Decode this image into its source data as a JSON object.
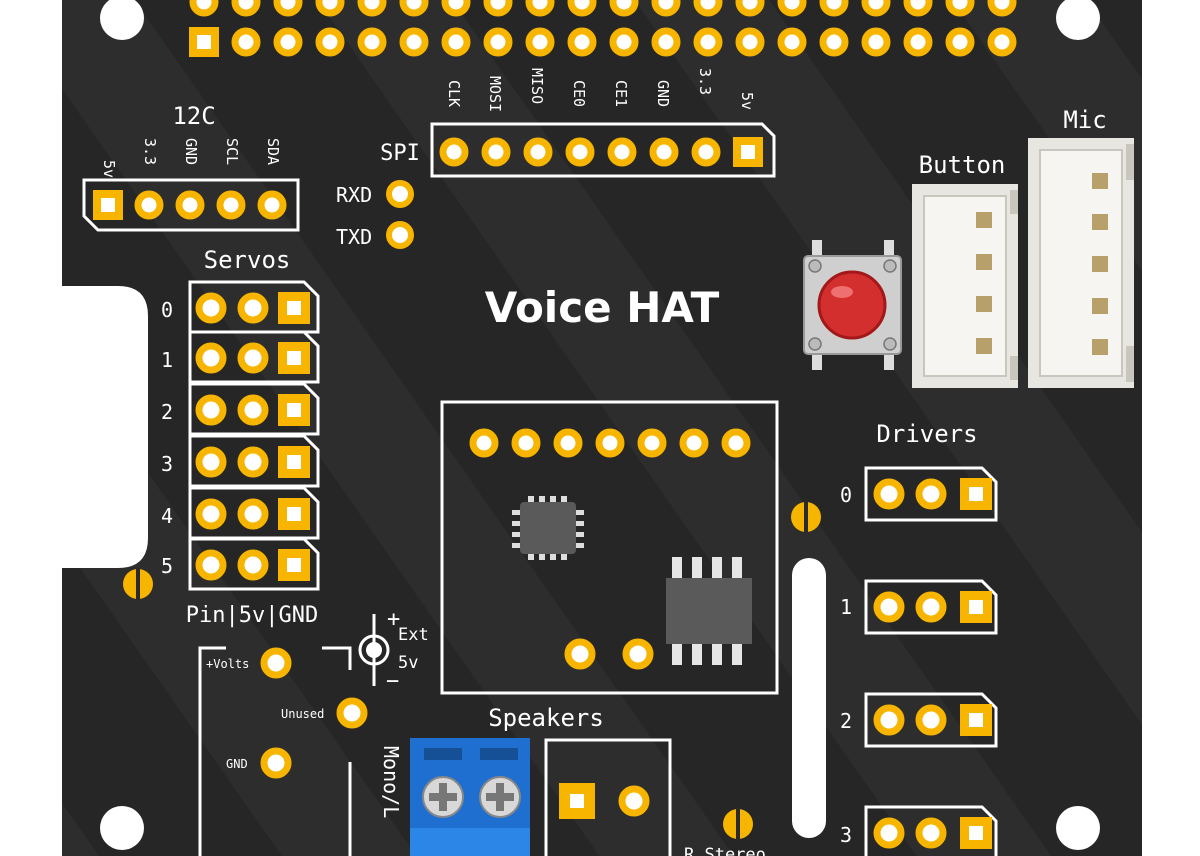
{
  "board": {
    "title": "Voice HAT",
    "colors": {
      "pcb": "#2a2a2a",
      "gold": "#f7b500",
      "silk": "#ffffff",
      "button": "#d32f2f",
      "terminal": "#1e6fcf",
      "chip": "#555555",
      "connector": "#ececec"
    }
  },
  "i2c": {
    "title": "12C",
    "pins": [
      "5v",
      "3.3",
      "GND",
      "SCL",
      "SDA"
    ]
  },
  "spi": {
    "title": "SPI",
    "pins": [
      "CLK",
      "MOSI",
      "MISO",
      "CE0",
      "CE1",
      "GND",
      "3.3",
      "5v"
    ]
  },
  "uart": {
    "rxd": "RXD",
    "txd": "TXD"
  },
  "servos": {
    "title": "Servos",
    "rows": [
      "0",
      "1",
      "2",
      "3",
      "4",
      "5"
    ],
    "legend": "Pin|5v|GND"
  },
  "drivers": {
    "title": "Drivers",
    "rows": [
      "0",
      "1",
      "2",
      "3"
    ]
  },
  "connectors": {
    "button": "Button",
    "mic": "Mic"
  },
  "power": {
    "ext_label_1": "Ext",
    "ext_label_2": "5v",
    "plus": "+",
    "minus": "−",
    "volts": "+Volts",
    "unused": "Unused",
    "gnd": "GND"
  },
  "speakers": {
    "title": "Speakers",
    "mono": "Mono/L",
    "stereo": "R Stereo"
  }
}
